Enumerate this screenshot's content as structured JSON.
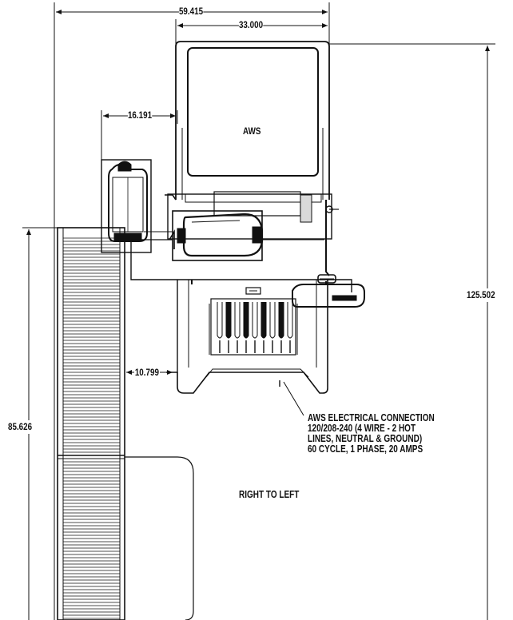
{
  "dimensions": {
    "overall_width": "59.415",
    "unit_width": "33.000",
    "side_offset": "16.191",
    "overall_length": "125.502",
    "conveyor_length": "85.626",
    "gap_to_unit": "10.799"
  },
  "labels": {
    "unit_name": "AWS",
    "direction": "RIGHT TO LEFT"
  },
  "electrical_note": {
    "lines": [
      "AWS ELECTRICAL CONNECTION",
      "120/208-240 (4 WIRE - 2 HOT",
      "LINES, NEUTRAL & GROUND)",
      "60 CYCLE, 1 PHASE, 20 AMPS"
    ]
  }
}
